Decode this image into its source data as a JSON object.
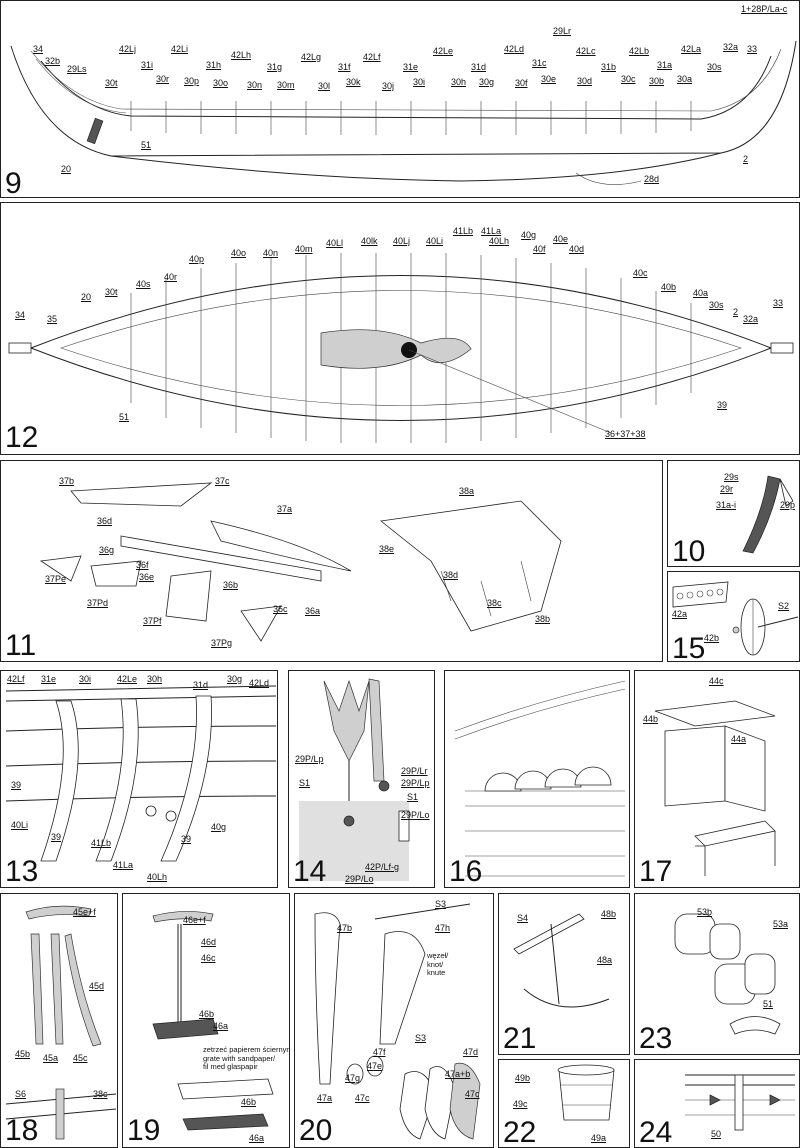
{
  "panels": {
    "p9": {
      "number": "9"
    },
    "p10": {
      "number": "10"
    },
    "p11": {
      "number": "11"
    },
    "p12": {
      "number": "12"
    },
    "p13": {
      "number": "13"
    },
    "p14": {
      "number": "14"
    },
    "p15": {
      "number": "15"
    },
    "p16": {
      "number": "16"
    },
    "p17": {
      "number": "17"
    },
    "p18": {
      "number": "18"
    },
    "p19": {
      "number": "19"
    },
    "p20": {
      "number": "20"
    },
    "p21": {
      "number": "21"
    },
    "p22": {
      "number": "22"
    },
    "p23": {
      "number": "23"
    },
    "p24": {
      "number": "24"
    }
  },
  "labels": {
    "p9": [
      "1+28P/La-c",
      "34",
      "32b",
      "29Ls",
      "30t",
      "31i",
      "42Lj",
      "42Li",
      "30r",
      "30p",
      "31h",
      "30o",
      "42Lh",
      "30n",
      "31g",
      "30m",
      "42Lg",
      "30l",
      "31f",
      "30k",
      "42Lf",
      "30j",
      "31e",
      "30i",
      "42Le",
      "30h",
      "31d",
      "30g",
      "42Ld",
      "30f",
      "31c",
      "30e",
      "29Lr",
      "42Lc",
      "30d",
      "31b",
      "30c",
      "42Lb",
      "30b",
      "31a",
      "30a",
      "42La",
      "30s",
      "32a",
      "33",
      "51",
      "20",
      "2",
      "28d"
    ],
    "p12": [
      "34",
      "35",
      "20",
      "30t",
      "40s",
      "40r",
      "40p",
      "40o",
      "40n",
      "40m",
      "40Ll",
      "40lk",
      "40Lj",
      "40Li",
      "41Lb",
      "41La",
      "40Lh",
      "40g",
      "40f",
      "40e",
      "40d",
      "40c",
      "40b",
      "40a",
      "30s",
      "2",
      "32a",
      "33",
      "51",
      "39",
      "36+37+38"
    ],
    "p11": [
      "37b",
      "37c",
      "37a",
      "36d",
      "36g",
      "36f",
      "36e",
      "37Pe",
      "37Pd",
      "36b",
      "36c",
      "36a",
      "37Pf",
      "37Pg",
      "38a",
      "38e",
      "38d",
      "38c",
      "38b"
    ],
    "p10": [
      "29s",
      "29r",
      "31a-i",
      "29p"
    ],
    "p15": [
      "42a",
      "42b",
      "S2"
    ],
    "p13": [
      "42Lf",
      "31e",
      "30i",
      "42Le",
      "30h",
      "31d",
      "30g",
      "42Ld",
      "39",
      "40Li",
      "39",
      "41Lb",
      "41La",
      "39",
      "40Lh",
      "40g"
    ],
    "p14": [
      "29P/Lp",
      "S1",
      "29P/Lr",
      "29P/Lp",
      "S1",
      "29P/Lo",
      "42P/Lf-g",
      "29P/Lo"
    ],
    "p17": [
      "44c",
      "44b",
      "44a"
    ],
    "p18": [
      "45e+f",
      "45d",
      "45b",
      "45a",
      "45c",
      "S6",
      "38c"
    ],
    "p19": [
      "46e+f",
      "46d",
      "46c",
      "46b",
      "46a",
      "46b",
      "46a"
    ],
    "p20": [
      "S3",
      "47b",
      "47h",
      "47d",
      "47f",
      "47e",
      "47g",
      "47a+b",
      "47c",
      "47c",
      "S3",
      "47a"
    ],
    "p21": [
      "S4",
      "48b",
      "48a"
    ],
    "p22": [
      "49b",
      "49c",
      "49a"
    ],
    "p23": [
      "53b",
      "53a",
      "51"
    ],
    "p24": [
      "50"
    ]
  },
  "notes": {
    "p19_sandpaper": [
      "zetrzeć papierem ściernym/",
      "grate with sandpaper/",
      "fil med glaspapir"
    ],
    "p20_knot": [
      "węzeł/",
      "knot/",
      "knute"
    ]
  }
}
